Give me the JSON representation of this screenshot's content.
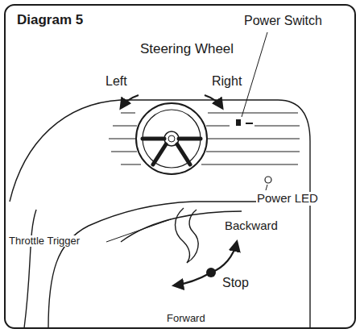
{
  "diagram": {
    "title": "Diagram 5",
    "labels": [
      "Power Switch",
      "Steering Wheel",
      "Left",
      "Right",
      "Power LED",
      "Throttle Trigger",
      "Backward",
      "Stop",
      "Forward"
    ]
  }
}
